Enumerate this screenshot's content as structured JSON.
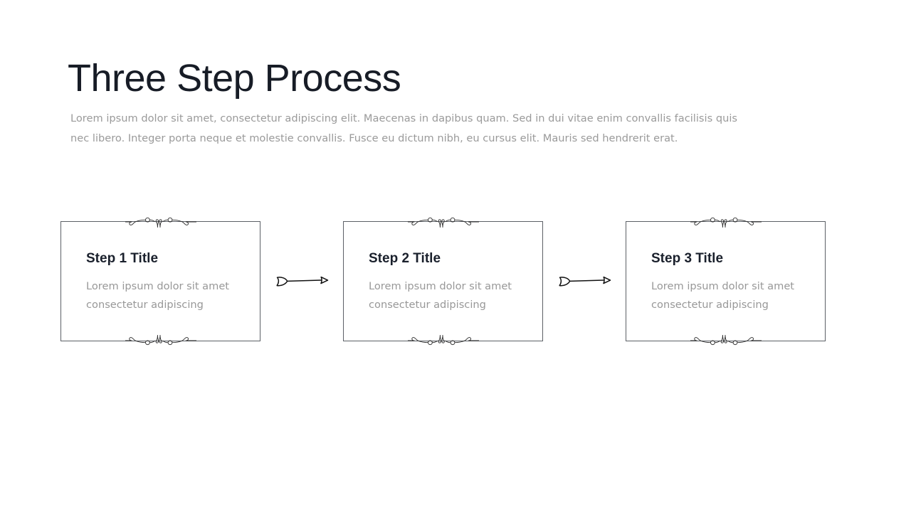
{
  "header": {
    "title": "Three Step Process",
    "subtitle": "Lorem ipsum dolor sit amet, consectetur adipiscing elit. Maecenas in dapibus quam. Sed in dui vitae enim convallis facilisis quis nec libero. Integer porta neque et molestie convallis. Fusce eu dictum nibh, eu cursus elit. Mauris sed hendrerit erat."
  },
  "colors": {
    "title": "#171c26",
    "body_text": "#9a9a9a",
    "step_title": "#1a202c",
    "step_desc": "#989898",
    "card_border": "#5c6066",
    "ornament": "#2b2b2b",
    "arrow": "#111111",
    "background": "#ffffff"
  },
  "steps": [
    {
      "title": "Step 1 Title",
      "description": "Lorem ipsum dolor sit amet consectetur adipiscing",
      "ornament_top": "flourish-ornament",
      "ornament_bottom": "flourish-ornament"
    },
    {
      "title": "Step 2 Title",
      "description": "Lorem ipsum dolor sit amet consectetur adipiscing",
      "ornament_top": "flourish-ornament",
      "ornament_bottom": "flourish-ornament"
    },
    {
      "title": "Step 3 Title",
      "description": "Lorem ipsum dolor sit amet consectetur adipiscing",
      "ornament_top": "flourish-ornament",
      "ornament_bottom": "flourish-ornament"
    }
  ],
  "connectors": [
    {
      "icon": "hand-drawn-arrow-right-icon"
    },
    {
      "icon": "hand-drawn-arrow-right-icon"
    }
  ]
}
